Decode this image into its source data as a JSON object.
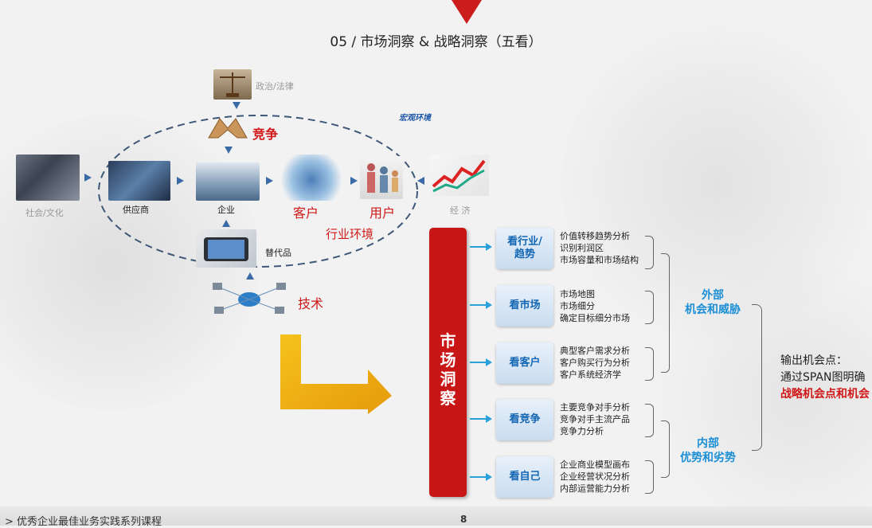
{
  "title": "05 / 市场洞察 & 战略洞察（五看）",
  "macro_label": "宏观环境",
  "industry_label": "行业环境",
  "nodes": {
    "politics": "政治/法律",
    "competition": "竞争",
    "society": "社会/文化",
    "supplier": "供应商",
    "enterprise": "企业",
    "customer": "客户",
    "user": "用户",
    "economy": "经 济",
    "substitute": "替代品",
    "technology": "技术"
  },
  "market_insight_bar": "市场洞察",
  "looks": [
    {
      "label": "看行业/趋势",
      "details": [
        "价值转移趋势分析",
        "识别利润区",
        "市场容量和市场结构"
      ]
    },
    {
      "label": "看市场",
      "details": [
        "市场地图",
        "市场细分",
        "确定目标细分市场"
      ]
    },
    {
      "label": "看客户",
      "details": [
        "典型客户需求分析",
        "客户购买行为分析",
        "客户系统经济学"
      ]
    },
    {
      "label": "看竞争",
      "details": [
        "主要竞争对手分析",
        "竞争对手主流产品",
        "竞争力分析"
      ]
    },
    {
      "label": "看自己",
      "details": [
        "企业商业模型画布",
        "企业经营状况分析",
        "内部运营能力分析"
      ]
    }
  ],
  "groups": {
    "external": [
      "外部",
      "机会和威胁"
    ],
    "internal": [
      "内部",
      "优势和劣势"
    ]
  },
  "output": {
    "line1": "输出机会点：",
    "line2": "通过SPAN图明确",
    "line3": "战略机会点和机会"
  },
  "footer": "> 优秀企业最佳业务实践系列课程",
  "page_number": "8",
  "colors": {
    "accent_red": "#c81616",
    "accent_blue": "#1c8fd6",
    "arrow_blue": "#3a6aa8"
  }
}
